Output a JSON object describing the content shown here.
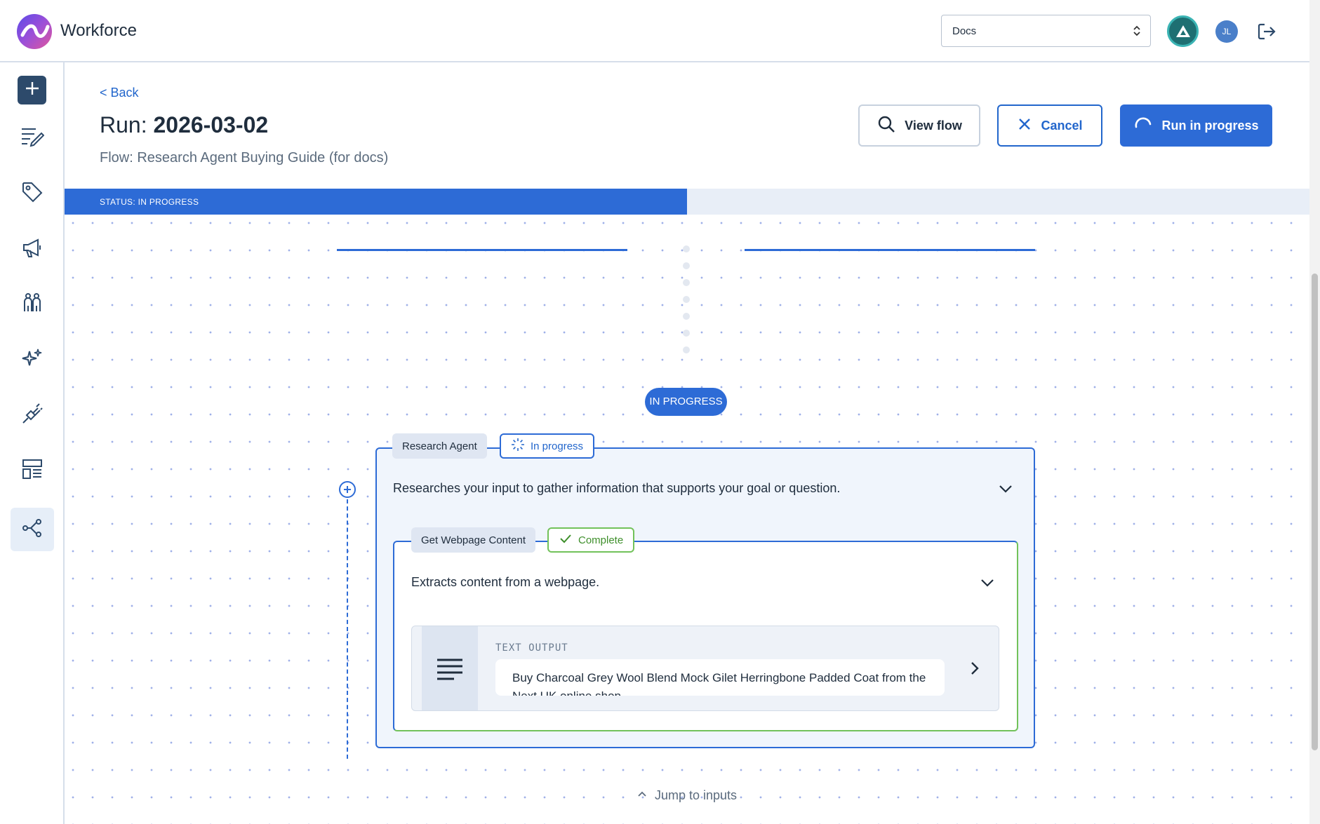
{
  "header": {
    "brand": "Workforce",
    "workspace_select": {
      "value": "Docs"
    },
    "avatar_initials": "JL"
  },
  "sidebar": {
    "items": [
      {
        "name": "add",
        "icon": "plus-icon"
      },
      {
        "name": "edit",
        "icon": "edit-list-icon"
      },
      {
        "name": "tags",
        "icon": "tag-icon"
      },
      {
        "name": "campaigns",
        "icon": "megaphone-icon"
      },
      {
        "name": "users",
        "icon": "people-icon"
      },
      {
        "name": "ai",
        "icon": "sparkles-icon"
      },
      {
        "name": "integrations",
        "icon": "plug-icon"
      },
      {
        "name": "templates",
        "icon": "layout-icon"
      },
      {
        "name": "flows",
        "icon": "flow-icon",
        "active": true
      }
    ]
  },
  "run": {
    "back_label": "< Back",
    "title_prefix": "Run: ",
    "title_name": "2026-03-02",
    "flow_label": "Flow: Research Agent Buying Guide (for docs)",
    "view_flow_label": "View flow",
    "cancel_label": "Cancel",
    "run_label": "Run in progress",
    "status_text": "STATUS: IN PROGRESS",
    "progress": 0.5
  },
  "canvas": {
    "stage_pill": "IN PROGRESS",
    "agent_step": {
      "tag": "Research Agent",
      "status": "In progress",
      "description": "Researches your input to gather information that supports your goal or question."
    },
    "tool_step": {
      "tag": "Get Webpage Content",
      "status": "Complete",
      "description": "Extracts content from a webpage.",
      "output_label": "TEXT OUTPUT",
      "output_text": "Buy Charcoal Grey Wool Blend Mock Gilet Herringbone Padded Coat from the Next UK online shop"
    },
    "jump_label": "Jump to inputs"
  },
  "colors": {
    "accent": "#2d6bd6",
    "complete": "#72c25a",
    "text": "#1f2d3d"
  }
}
